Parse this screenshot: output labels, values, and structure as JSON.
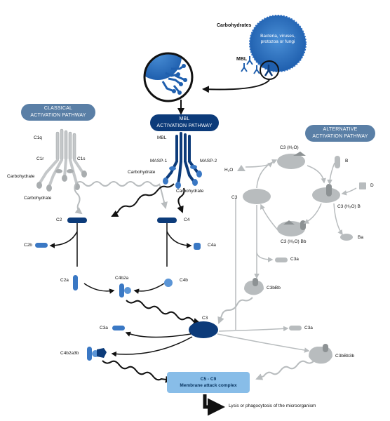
{
  "colors": {
    "dark_blue": "#0c3b7a",
    "mid_blue": "#3a78c4",
    "light_blue": "#88bde8",
    "grey": "#b8bcbe",
    "dark_grey": "#8d9294"
  },
  "top": {
    "carbohydrates_label": "Carbohydrates",
    "bacteria_line1": "Bacteria, viruses,",
    "bacteria_line2": "protozoa or fungi",
    "mbl_label": "MBL"
  },
  "pathways": {
    "classical_line1": "CLASSICAL",
    "classical_line2": "ACTIVATION PATHWAY",
    "mbl_line1": "MBL",
    "mbl_line2": "ACTIVATION PATHWAY",
    "alternative_line1": "ALTERNATIVE",
    "alternative_line2": "ACTIVATION PATHWAY"
  },
  "classical": {
    "c1q": "C1q",
    "c1r": "C1r",
    "c1s": "C1s",
    "carbohydrate_1": "Carbohydrate",
    "carbohydrate_2": "Carbohydrate"
  },
  "mbl_complex": {
    "mbl": "MBL",
    "masp1": "MASP-1",
    "masp2": "MASP-2",
    "carbohydrate_1": "Carbohydrate",
    "carbohydrate_2": "Carbohydrate"
  },
  "cascade": {
    "c2": "C2",
    "c4": "C4",
    "c2b": "C2b",
    "c4a": "C4a",
    "c2a": "C2a",
    "c4b": "C4b",
    "c4b2a": "C4b2a",
    "c3_center": "C3",
    "c3a_left": "C3a",
    "c4b2a3b": "C4b2a3b"
  },
  "alternative": {
    "c3h2o": "C3 (H₂O)",
    "b": "B",
    "h2o": "H₂O",
    "c3": "C3",
    "d": "D",
    "c3h2ob": "C3 (H₂O) B",
    "c3h2obb": "C3 (H₂O) Bb",
    "ba": "Ba",
    "c3a_mid": "C3a",
    "c3bbb": "C3bBb",
    "c3a_right": "C3a",
    "c3bbb3b": "C3bBb3b"
  },
  "mac": {
    "line1": "C5 - C9",
    "line2": "Membrane attack complex"
  },
  "outcome": "Lysis or phagocytosis of the microorganism"
}
